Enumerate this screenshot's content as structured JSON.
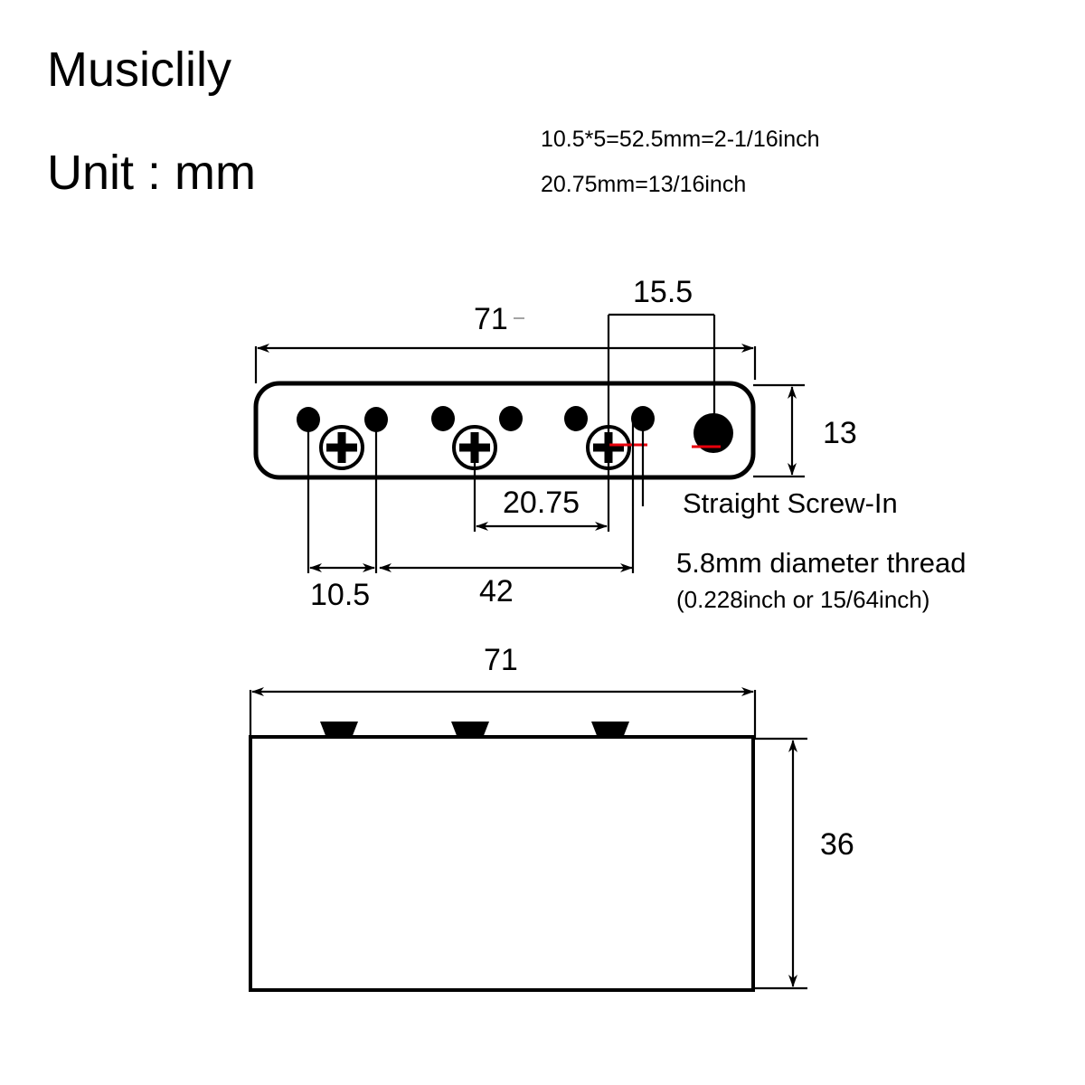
{
  "header": {
    "brand": "Musiclily",
    "unit_label": "Unit : mm"
  },
  "notes": {
    "conversion_1": "10.5*5=52.5mm=2-1/16inch",
    "conversion_2": "20.75mm=13/16inch"
  },
  "top_view": {
    "name": "top-view",
    "dimensions": {
      "overall_width": "71",
      "screw_to_hole": "15.5",
      "height": "13",
      "screw_spacing": "20.75",
      "edge_to_first_hole": "10.5",
      "first_to_last_string_hole": "42"
    },
    "callouts": {
      "mount_type": "Straight Screw-In",
      "thread_spec": "5.8mm diameter thread",
      "thread_spec_inch": "(0.228inch or 15/64inch)"
    }
  },
  "side_view": {
    "name": "side-view",
    "dimensions": {
      "width": "71",
      "height": "36"
    }
  },
  "colors": {
    "line": "#000000",
    "accent_red": "#e8000b",
    "background": "#ffffff"
  },
  "chart_data": {
    "type": "table",
    "title": "Musiclily guitar bridge technical drawing (Unit : mm)",
    "views": [
      {
        "view": "top-view",
        "measurements": [
          {
            "label": "71",
            "meaning": "overall plate width",
            "value": 71,
            "unit": "mm"
          },
          {
            "label": "15.5",
            "meaning": "3rd screw centre to large hole centre",
            "value": 15.5,
            "unit": "mm"
          },
          {
            "label": "13",
            "meaning": "plate depth",
            "value": 13,
            "unit": "mm"
          },
          {
            "label": "20.75",
            "meaning": "screw hole spacing",
            "value": 20.75,
            "unit": "mm"
          },
          {
            "label": "10.5",
            "meaning": "string hole pitch",
            "value": 10.5,
            "unit": "mm"
          },
          {
            "label": "42",
            "meaning": "span across string holes",
            "value": 42,
            "unit": "mm"
          }
        ],
        "features": {
          "string_holes": 6,
          "screw_holes": 3,
          "large_hole": 1
        }
      },
      {
        "view": "side-view",
        "measurements": [
          {
            "label": "71",
            "meaning": "body width",
            "value": 71,
            "unit": "mm"
          },
          {
            "label": "36",
            "meaning": "body height",
            "value": 36,
            "unit": "mm"
          }
        ],
        "features": {
          "saddle_tabs": 3
        }
      }
    ],
    "conversions": [
      {
        "expression": "10.5*5=52.5mm=2-1/16inch"
      },
      {
        "expression": "20.75mm=13/16inch"
      }
    ]
  }
}
